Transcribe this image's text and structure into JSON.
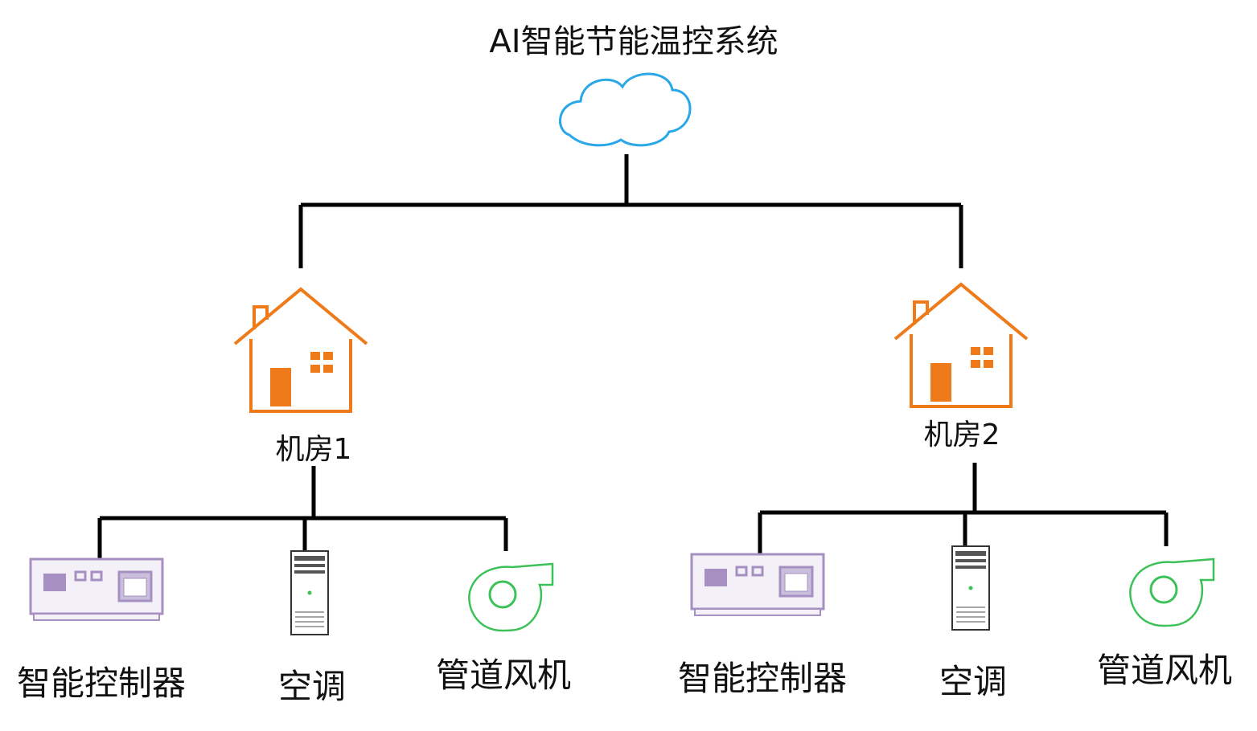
{
  "diagram": {
    "title": "AI智能节能温控系统",
    "rooms": [
      {
        "label": "机房1",
        "devices": [
          {
            "label": "智能控制器",
            "icon": "controller-icon"
          },
          {
            "label": "空调",
            "icon": "air-conditioner-icon"
          },
          {
            "label": "管道风机",
            "icon": "duct-fan-icon"
          }
        ]
      },
      {
        "label": "机房2",
        "devices": [
          {
            "label": "智能控制器",
            "icon": "controller-icon"
          },
          {
            "label": "空调",
            "icon": "air-conditioner-icon"
          },
          {
            "label": "管道风机",
            "icon": "duct-fan-icon"
          }
        ]
      }
    ],
    "colors": {
      "line": "#000000",
      "cloud": "#29a7e6",
      "house": "#ee7a1a",
      "controller": "#a690c2",
      "controller_fill": "#f4f0f8",
      "fan": "#3cc158",
      "server": "#333333"
    },
    "icons": {
      "cloud": "cloud-icon",
      "room": "house-icon"
    }
  }
}
